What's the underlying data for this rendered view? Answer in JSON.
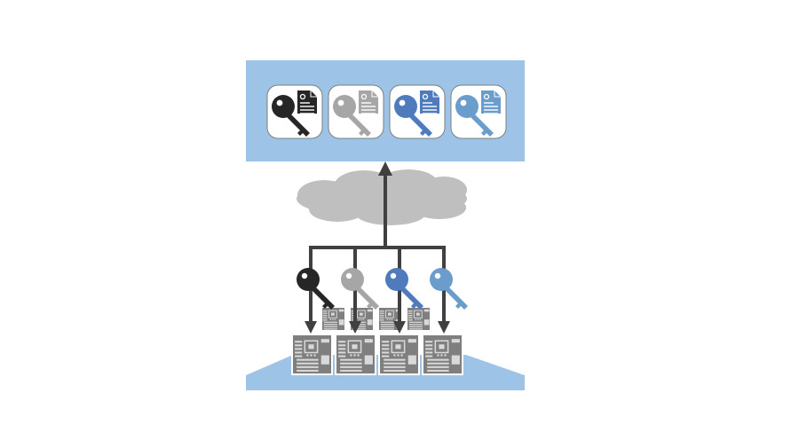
{
  "colors": {
    "panel_fill": "#9dc3e6",
    "cloud_fill": "#bfbfbf",
    "arrow": "#404040",
    "board_fill": "#7f7f7f",
    "board_detail": "#d9d9d9",
    "card_fill": "#ffffff",
    "card_border": "#7f7f7f"
  },
  "keys": [
    {
      "name": "key-black",
      "color": "#262626"
    },
    {
      "name": "key-gray",
      "color": "#a6a6a6"
    },
    {
      "name": "key-mid-blue",
      "color": "#4f7bbd"
    },
    {
      "name": "key-light-blue",
      "color": "#6a9dcb"
    }
  ],
  "icons": {
    "certificate": "certificate-icon",
    "key": "key-icon",
    "cloud": "cloud-icon",
    "circuit_board": "circuit-board-icon",
    "arrow": "arrow-icon"
  }
}
